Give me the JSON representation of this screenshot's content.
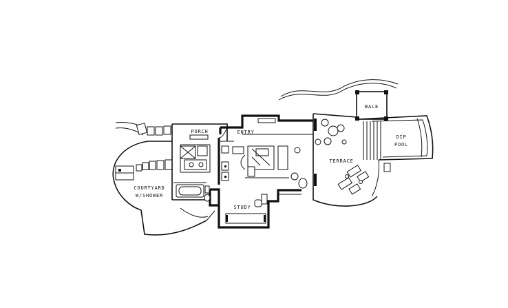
{
  "rooms": {
    "porch": "PORCH",
    "entry": "ENTRY",
    "bale": "BALE",
    "dip_pool_line1": "DIP",
    "dip_pool_line2": "POOL",
    "terrace": "TERRACE",
    "courtyard_line1": "COURTYARD",
    "courtyard_line2": "W/SHOWER",
    "study": "STUDY"
  }
}
